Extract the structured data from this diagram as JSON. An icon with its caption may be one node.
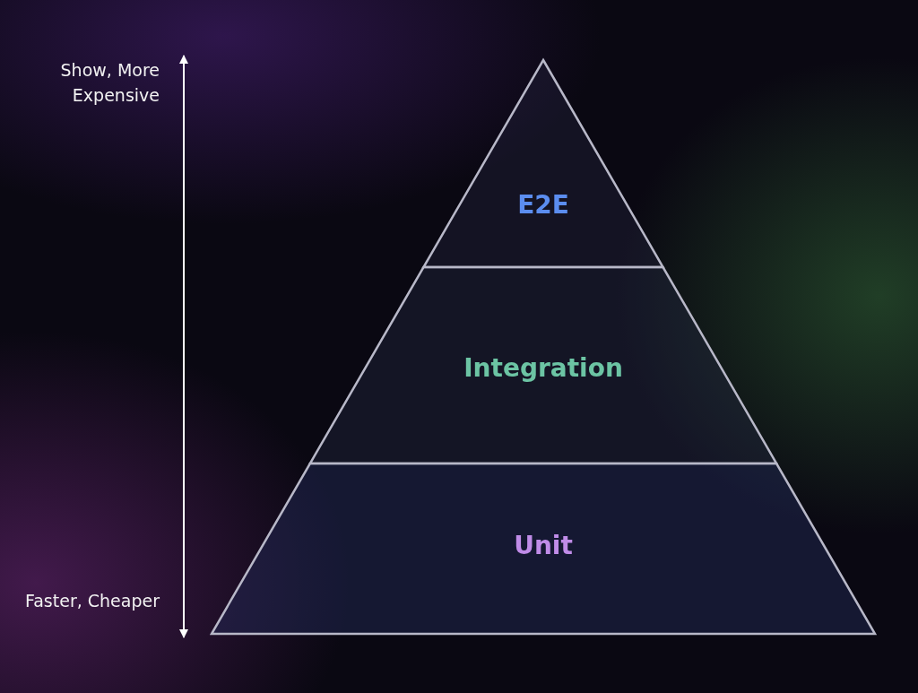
{
  "diagram": {
    "nodes": [
      {
        "text": [
          "E2E"
        ]
      },
      {
        "text": [
          "Integration"
        ]
      },
      {
        "text": [
          "Unit"
        ]
      }
    ],
    "labels": [
      "Show, More Expensive",
      "Faster, Cheaper"
    ]
  }
}
